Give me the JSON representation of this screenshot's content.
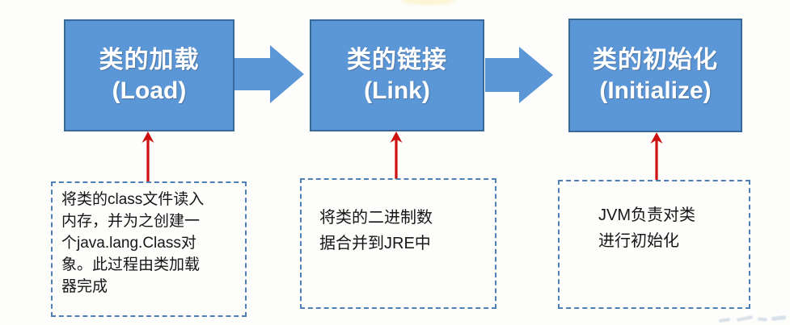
{
  "diagram": {
    "title_semantic": "JVM class loading process flow",
    "stages": [
      {
        "title_zh": "类的加载",
        "title_en": "(Load)",
        "description": "将类的class文件读入内存，并为之创建一个java.lang.Class对象。此过程由类加载器完成"
      },
      {
        "title_zh": "类的链接",
        "title_en": "(Link)",
        "description": "将类的二进制数据合并到JRE中"
      },
      {
        "title_zh": "类的初始化",
        "title_en": "(Initialize)",
        "description": "JVM负责对类进行初始化"
      }
    ],
    "colors": {
      "stage_box_fill": "#5B96D7",
      "stage_box_border": "#39689D",
      "flow_arrow": "#5B96D7",
      "pointer_arrow": "#CD1111",
      "dashed_border": "#4E80B8",
      "title_text": "#FFFFFF",
      "description_text": "#161616",
      "background": "#FDFDFB"
    }
  }
}
